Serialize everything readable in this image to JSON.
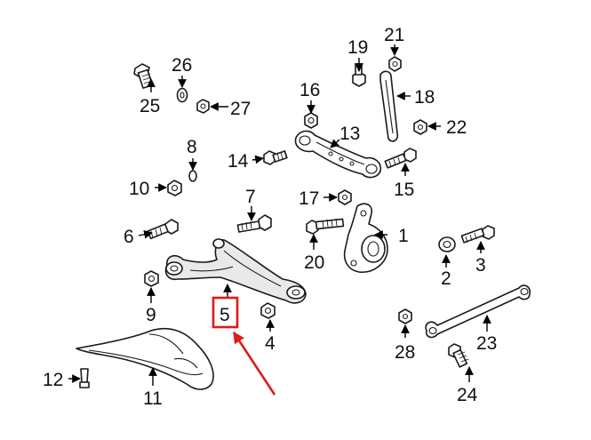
{
  "callouts": {
    "c1": "1",
    "c2": "2",
    "c3": "3",
    "c4": "4",
    "c5": "5",
    "c6": "6",
    "c7": "7",
    "c8": "8",
    "c9": "9",
    "c10": "10",
    "c11": "11",
    "c12": "12",
    "c13": "13",
    "c14": "14",
    "c15": "15",
    "c16": "16",
    "c17": "17",
    "c18": "18",
    "c19": "19",
    "c20": "20",
    "c21": "21",
    "c22": "22",
    "c23": "23",
    "c24": "24",
    "c25": "25",
    "c26": "26",
    "c27": "27",
    "c28": "28"
  },
  "highlight": {
    "part": "5",
    "color": "#e01a1a"
  },
  "colors": {
    "line": "#1a1a1a",
    "part_fill": "#e9e9e9",
    "background": "#ffffff"
  }
}
